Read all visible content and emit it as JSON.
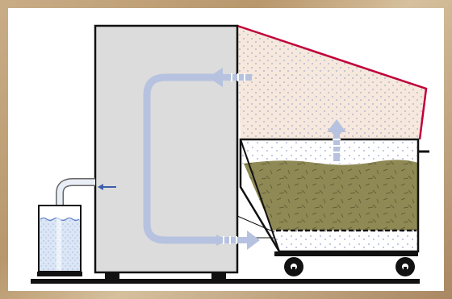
{
  "diagram": {
    "components": [
      "cabinet",
      "dryer-hood",
      "grain-bin",
      "cart",
      "water-reservoir",
      "pipe"
    ],
    "airflow_arrows": [
      "hood-to-cabinet",
      "bin-to-hood",
      "cabinet-to-bin",
      "pipe-to-cabinet"
    ],
    "colors": {
      "cabinet_fill": "#dcdcdc",
      "hood_fill": "#f6e8dc",
      "hood_outline": "#c0003a",
      "grain_fill": "#8f8a55",
      "arrow_fill": "#b6c2df",
      "water_fill": "#dbe6f6",
      "ground": "#111111"
    }
  }
}
